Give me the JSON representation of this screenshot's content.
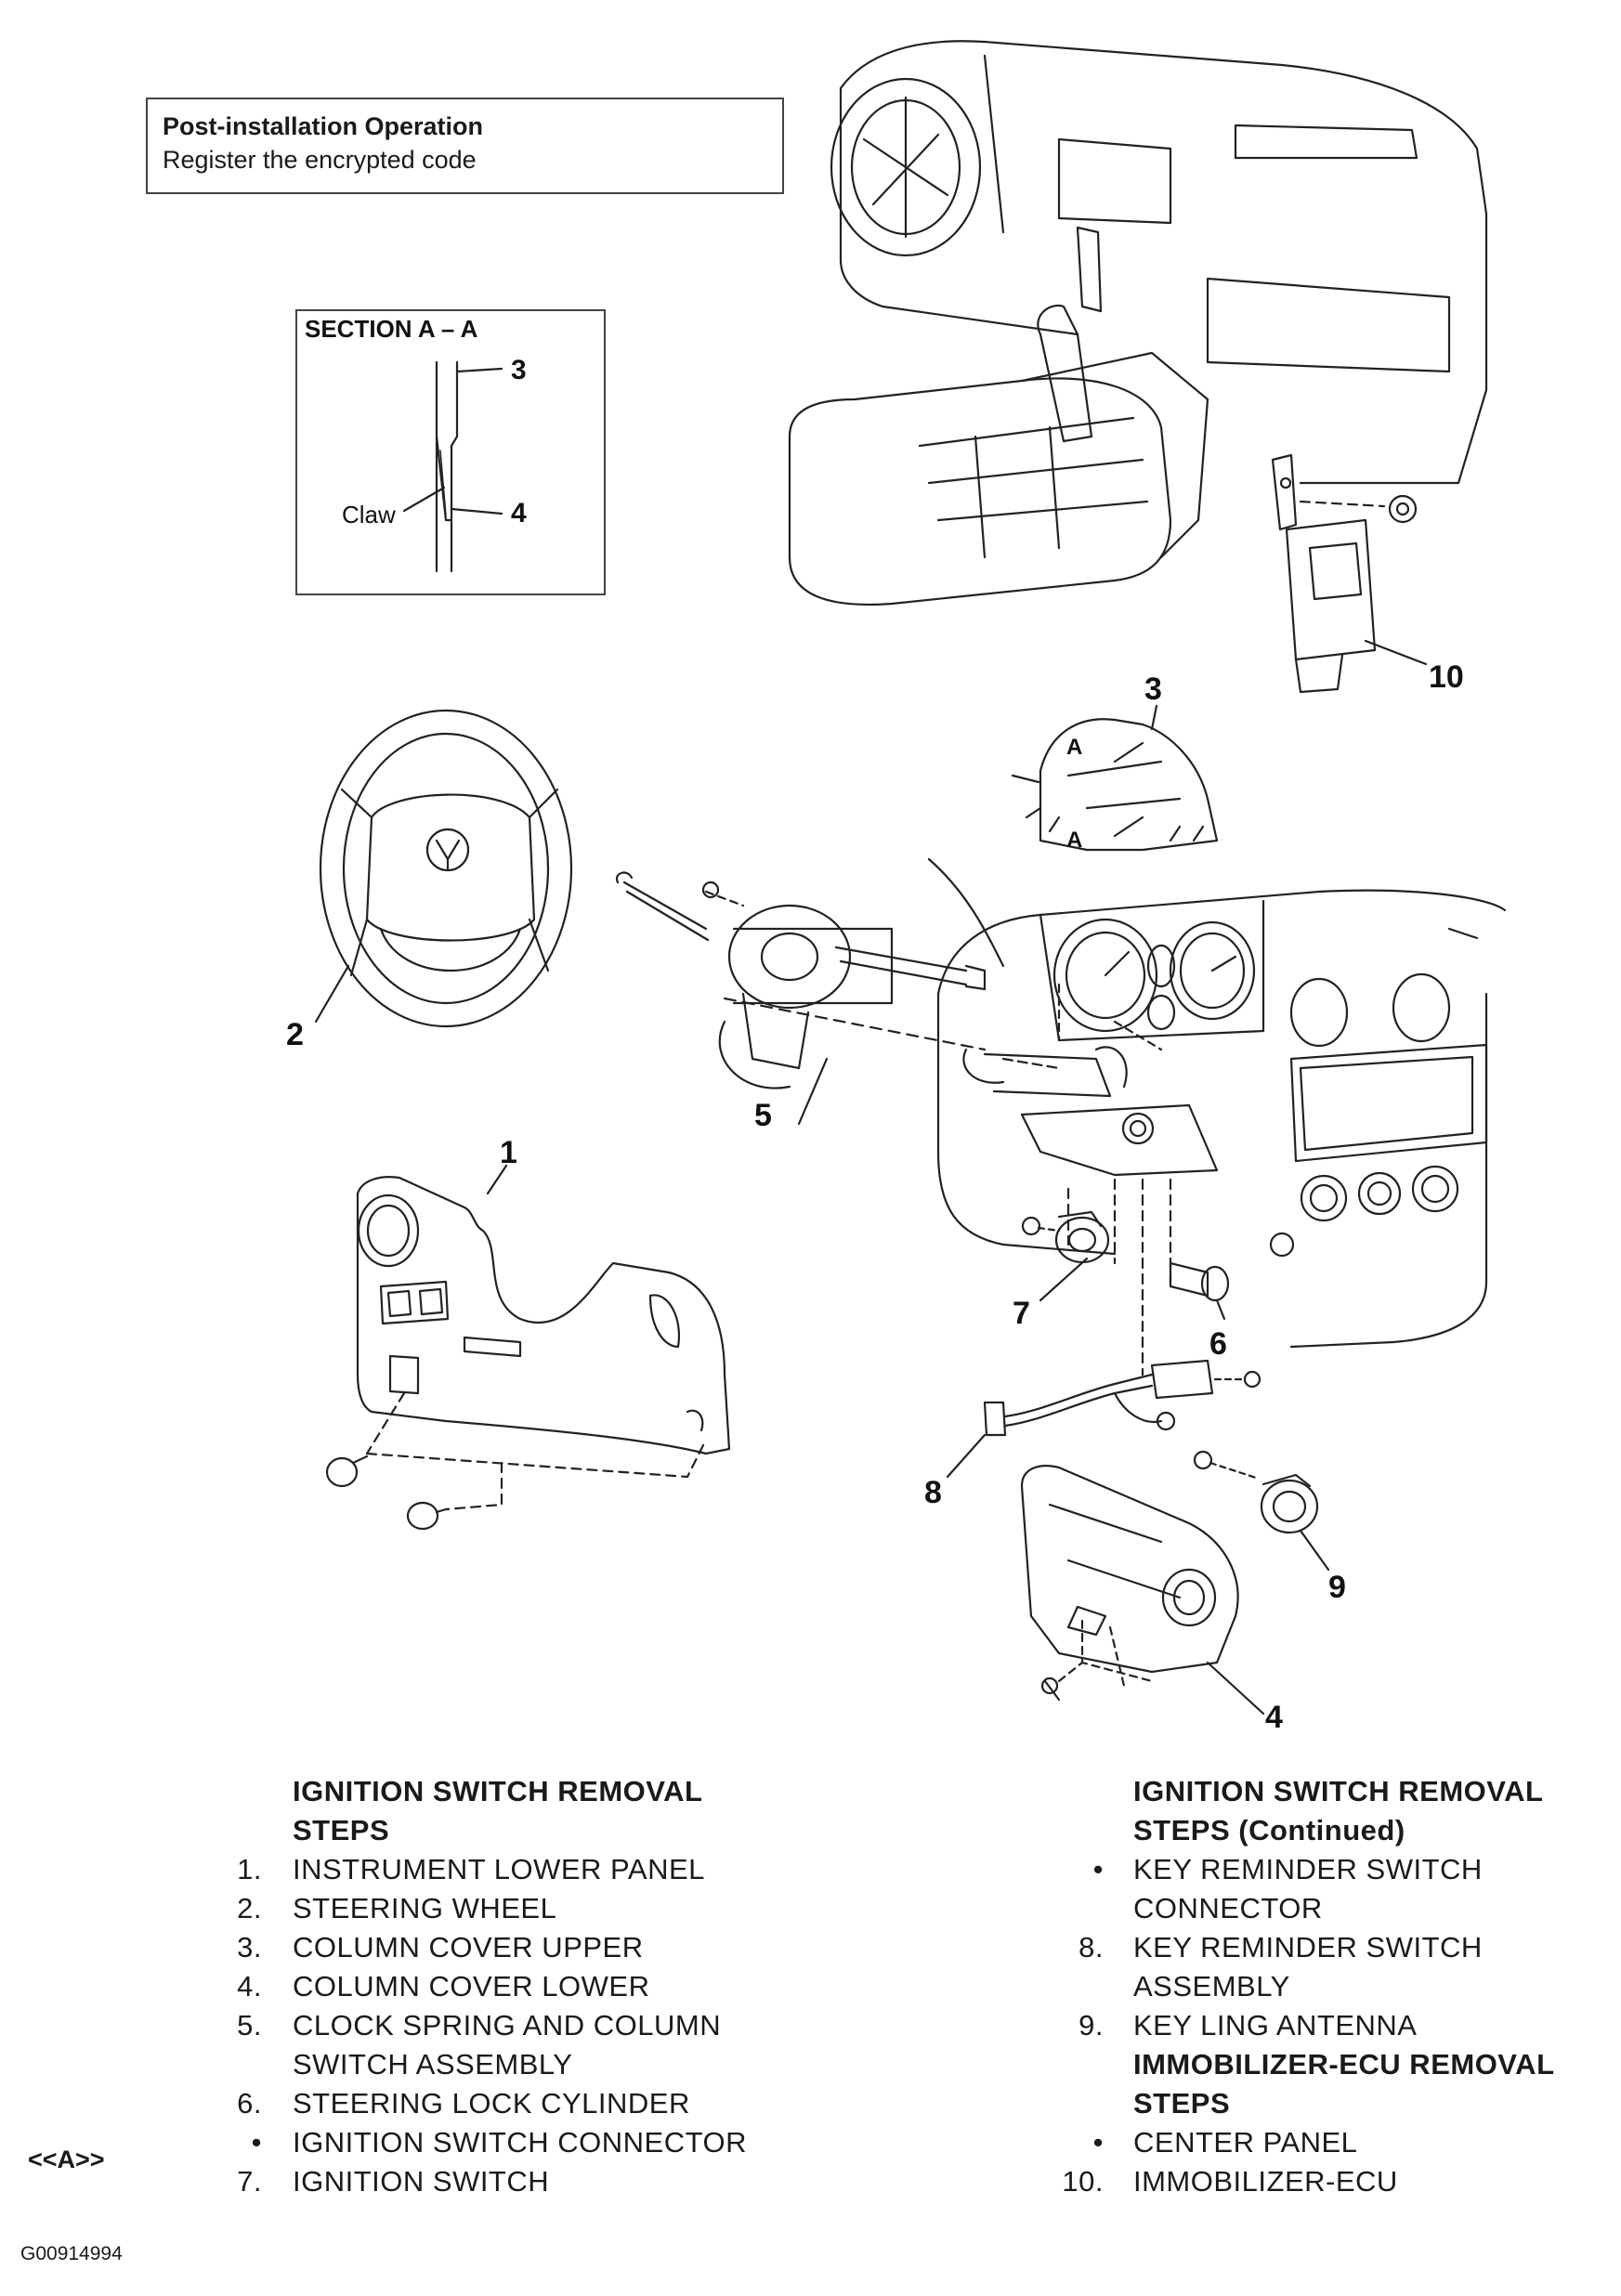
{
  "post_installation": {
    "title": "Post-installation Operation",
    "subtitle": "Register the encrypted code"
  },
  "section_detail": {
    "title": "SECTION A – A",
    "claw_label": "Claw",
    "callouts": [
      "3",
      "4"
    ]
  },
  "callouts": {
    "c1": "1",
    "c2": "2",
    "c3": "3",
    "c4": "4",
    "c5": "5",
    "c6": "6",
    "c7": "7",
    "c8": "8",
    "c9": "9",
    "c10": "10",
    "section_a": "A"
  },
  "steps_left": {
    "heading_line1": "IGNITION SWITCH REMOVAL",
    "heading_line2": "STEPS",
    "items": [
      {
        "num": "1.",
        "lines": [
          "INSTRUMENT LOWER PANEL"
        ]
      },
      {
        "num": "2.",
        "lines": [
          "STEERING WHEEL"
        ]
      },
      {
        "num": "3.",
        "lines": [
          "COLUMN COVER UPPER"
        ]
      },
      {
        "num": "4.",
        "lines": [
          "COLUMN COVER LOWER"
        ]
      },
      {
        "num": "5.",
        "lines": [
          "CLOCK SPRING AND COLUMN",
          "SWITCH ASSEMBLY"
        ]
      },
      {
        "num": "6.",
        "lines": [
          "STEERING LOCK CYLINDER"
        ]
      },
      {
        "num": "•",
        "lines": [
          "IGNITION SWITCH CONNECTOR"
        ]
      },
      {
        "num": "7.",
        "lines": [
          "IGNITION SWITCH"
        ]
      }
    ],
    "marker": "<<A>>"
  },
  "steps_right": {
    "heading_line1": "IGNITION SWITCH REMOVAL",
    "heading_line2": "STEPS (Continued)",
    "items": [
      {
        "num": "•",
        "lines": [
          "KEY REMINDER SWITCH",
          "CONNECTOR"
        ]
      },
      {
        "num": "8.",
        "lines": [
          "KEY REMINDER SWITCH",
          "ASSEMBLY"
        ]
      },
      {
        "num": "9.",
        "lines": [
          "KEY LING ANTENNA"
        ]
      }
    ],
    "sub_heading_line1": "IMMOBILIZER-ECU REMOVAL",
    "sub_heading_line2": "STEPS",
    "sub_items": [
      {
        "num": "•",
        "lines": [
          "CENTER PANEL"
        ]
      },
      {
        "num": "10.",
        "lines": [
          "IMMOBILIZER-ECU"
        ]
      }
    ]
  },
  "doc_id": "G00914994"
}
